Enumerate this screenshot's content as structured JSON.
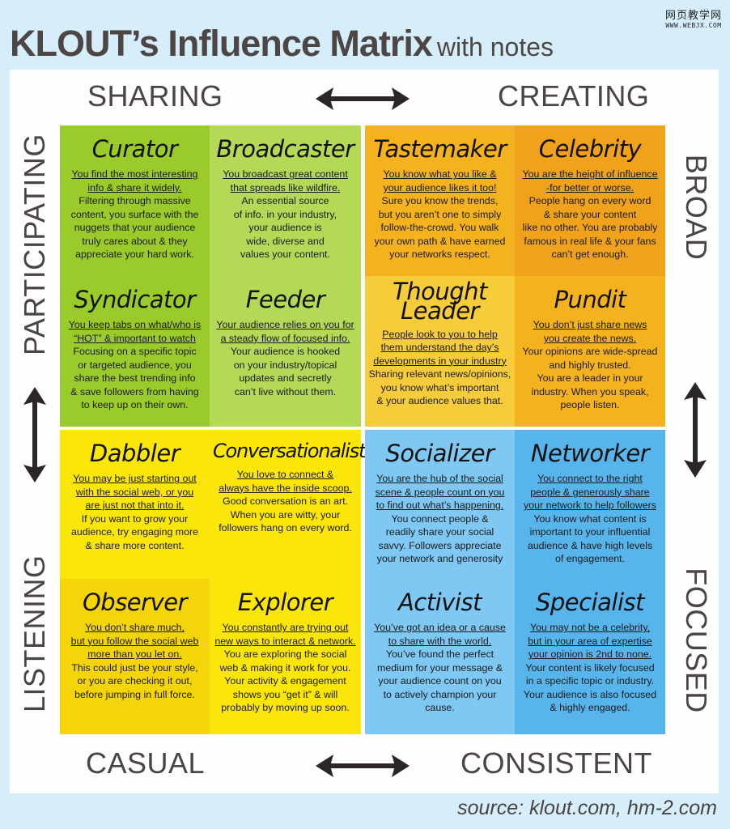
{
  "watermark": {
    "line1": "网页教学网",
    "line2": "WWW.WEBJX.COM"
  },
  "header": {
    "title": "KLOUT’s Influence Matrix",
    "subtitle": "with notes"
  },
  "axes": {
    "top_left": "SHARING",
    "top_right": "CREATING",
    "bottom_left": "CASUAL",
    "bottom_right": "CONSISTENT",
    "left_top": "PARTICIPATING",
    "left_bottom": "LISTENING",
    "right_top": "BROAD",
    "right_bottom": "FOCUSED",
    "arrow_icon": "double-arrow-icon"
  },
  "colors": {
    "green_dark": "#9acb2a",
    "green_light": "#b3d957",
    "orange_dark": "#f0a21c",
    "orange_mid": "#f4b21e",
    "yellow_gold": "#f7cc3a",
    "yellow_bright": "#fbe60c",
    "yellow_dark": "#f4d40b",
    "blue_light": "#7ec8f3",
    "blue_mid": "#58b5ec"
  },
  "cells": [
    {
      "name": "Curator",
      "lead": [
        "You find the most interesting",
        "info & share it widely."
      ],
      "body": [
        "Filtering through massive",
        "content, you surface with the",
        "nuggets that your audience",
        "truly cares about & they",
        "appreciate your hard work."
      ]
    },
    {
      "name": "Broadcaster",
      "lead": [
        "You broadcast great content",
        "that spreads like wildfire."
      ],
      "body": [
        "An essential source",
        "of info. in your industry,",
        "your audience is",
        "wide, diverse and",
        "values your content."
      ]
    },
    {
      "name": "Tastemaker",
      "lead": [
        "You know what you like &",
        "your audience likes it too!"
      ],
      "body": [
        "Sure you know the trends,",
        "but you aren’t one to simply",
        "follow-the-crowd. You walk",
        "your own path & have earned",
        "your networks respect."
      ]
    },
    {
      "name": "Celebrity",
      "lead": [
        "You are the height of influence",
        "-for better or worse."
      ],
      "body": [
        "People hang on every word",
        "& share your content",
        "like no other. You are probably",
        "famous in real life & your fans",
        "can’t get enough."
      ]
    },
    {
      "name": "Syndicator",
      "lead": [
        "You keep tabs on what/who is",
        "“HOT” & important to watch"
      ],
      "body": [
        "Focusing on a specific topic",
        "or targeted audience, you",
        "share the best trending info",
        "& save followers from having",
        "to keep up on their own."
      ]
    },
    {
      "name": "Feeder",
      "lead": [
        "Your audience relies on you for",
        "a steady flow of focused info."
      ],
      "body": [
        "Your audience is hooked",
        "on your industry/topical",
        "updates and secretly",
        "can’t live without them."
      ]
    },
    {
      "name": "Thought Leader",
      "lead": [
        "People look to you to help",
        "them understand the day’s",
        "developments in your industry"
      ],
      "body": [
        "Sharing relevant news/opinions,",
        "you know what’s important",
        "& your audience values that."
      ]
    },
    {
      "name": "Pundit",
      "lead": [
        "You don’t just share news",
        "you create the news."
      ],
      "body": [
        "Your opinions are wide-spread",
        "and highly trusted.",
        "You are a leader in your",
        "industry.  When you speak,",
        "people listen."
      ]
    },
    {
      "name": "Dabbler",
      "lead": [
        "You may be just starting out",
        "with the social web, or you",
        "are just not that into it."
      ],
      "body": [
        "If you want to grow your",
        "audience, try engaging more",
        "& share more content."
      ]
    },
    {
      "name": "Conversationalist",
      "lead": [
        "You love to connect &",
        "always have the inside scoop."
      ],
      "body": [
        "Good conversation is an art.",
        "When you are witty, your",
        "followers hang on every word."
      ]
    },
    {
      "name": "Socializer",
      "lead": [
        "You are the hub of the social",
        "scene & people count on you",
        "to find out what’s happening."
      ],
      "body": [
        "You connect people &",
        "readily share your social",
        "savvy. Followers appreciate",
        "your network and generosity"
      ]
    },
    {
      "name": "Networker",
      "lead": [
        "You connect to the right",
        "people & generously share",
        "your network to help followers"
      ],
      "body": [
        "You know what content is",
        "important to your influential",
        "audience & have high levels",
        "of engagement."
      ]
    },
    {
      "name": "Observer",
      "lead": [
        "You don’t share much,",
        "but you follow the social web",
        "more than you let on."
      ],
      "body": [
        "This could just be your style,",
        "or you are checking it out,",
        "before jumping in full force."
      ]
    },
    {
      "name": "Explorer",
      "lead": [
        "You constantly are trying out",
        "new ways to interact & network."
      ],
      "body": [
        "You are exploring the social",
        "web & making it work for you.",
        "Your activity & engagement",
        "shows you “get it” & will",
        "probably by moving up soon."
      ]
    },
    {
      "name": "Activist",
      "lead": [
        "You’ve got an idea or a cause",
        "to share with the world."
      ],
      "body": [
        "You’ve found the perfect",
        "medium for your message &",
        "your audience count on you",
        "to actively champion your cause."
      ]
    },
    {
      "name": "Specialist",
      "lead": [
        "You may not be a celebrity,",
        "but in your area of expertise",
        "your opinion is 2nd to none."
      ],
      "body": [
        "Your content is likely focused",
        "in a specific topic or industry.",
        "Your audience is also focused",
        "& highly engaged."
      ]
    }
  ],
  "footer": {
    "source": "source: klout.com, hm-2.com"
  }
}
